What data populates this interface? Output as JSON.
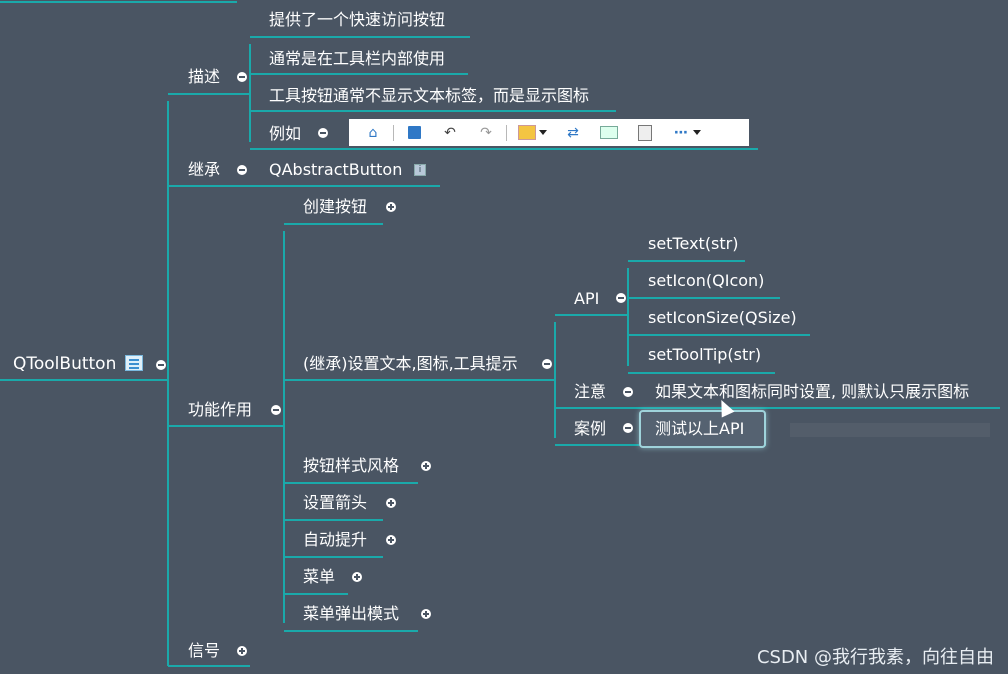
{
  "root": {
    "label": "QToolButton",
    "icon": "sheet-icon"
  },
  "describe": {
    "label": "描述",
    "items": [
      "提供了一个快速访问按钮",
      "通常是在工具栏内部使用",
      "工具按钮通常不显示文本标签，而是显示图标"
    ],
    "example_label": "例如",
    "toolbar_icons": [
      "home-icon",
      "save-icon",
      "undo-icon",
      "redo-icon",
      "highlight-icon",
      "swap-icon",
      "link-icon",
      "page-icon",
      "more-icon"
    ]
  },
  "inherit": {
    "label": "继承",
    "value": "QAbstractButton"
  },
  "function": {
    "label": "功能作用",
    "create": "创建按钮",
    "setting": "(继承)设置文本,图标,工具提示",
    "api": {
      "label": "API",
      "items": [
        "setText(str)",
        "setIcon(QIcon)",
        "setIconSize(QSize)",
        "setToolTip(str)"
      ]
    },
    "note": {
      "label": "注意",
      "text": "如果文本和图标同时设置, 则默认只展示图标"
    },
    "case": {
      "label": "案例",
      "text": "测试以上API"
    },
    "others": [
      "按钮样式风格",
      "设置箭头",
      "自动提升",
      "菜单",
      "菜单弹出模式"
    ]
  },
  "signal": {
    "label": "信号"
  },
  "watermark": "CSDN @我行我素，向往自由",
  "colors": {
    "background": "#4a5563",
    "line": "#1aa9aa",
    "text": "#ffffff"
  }
}
